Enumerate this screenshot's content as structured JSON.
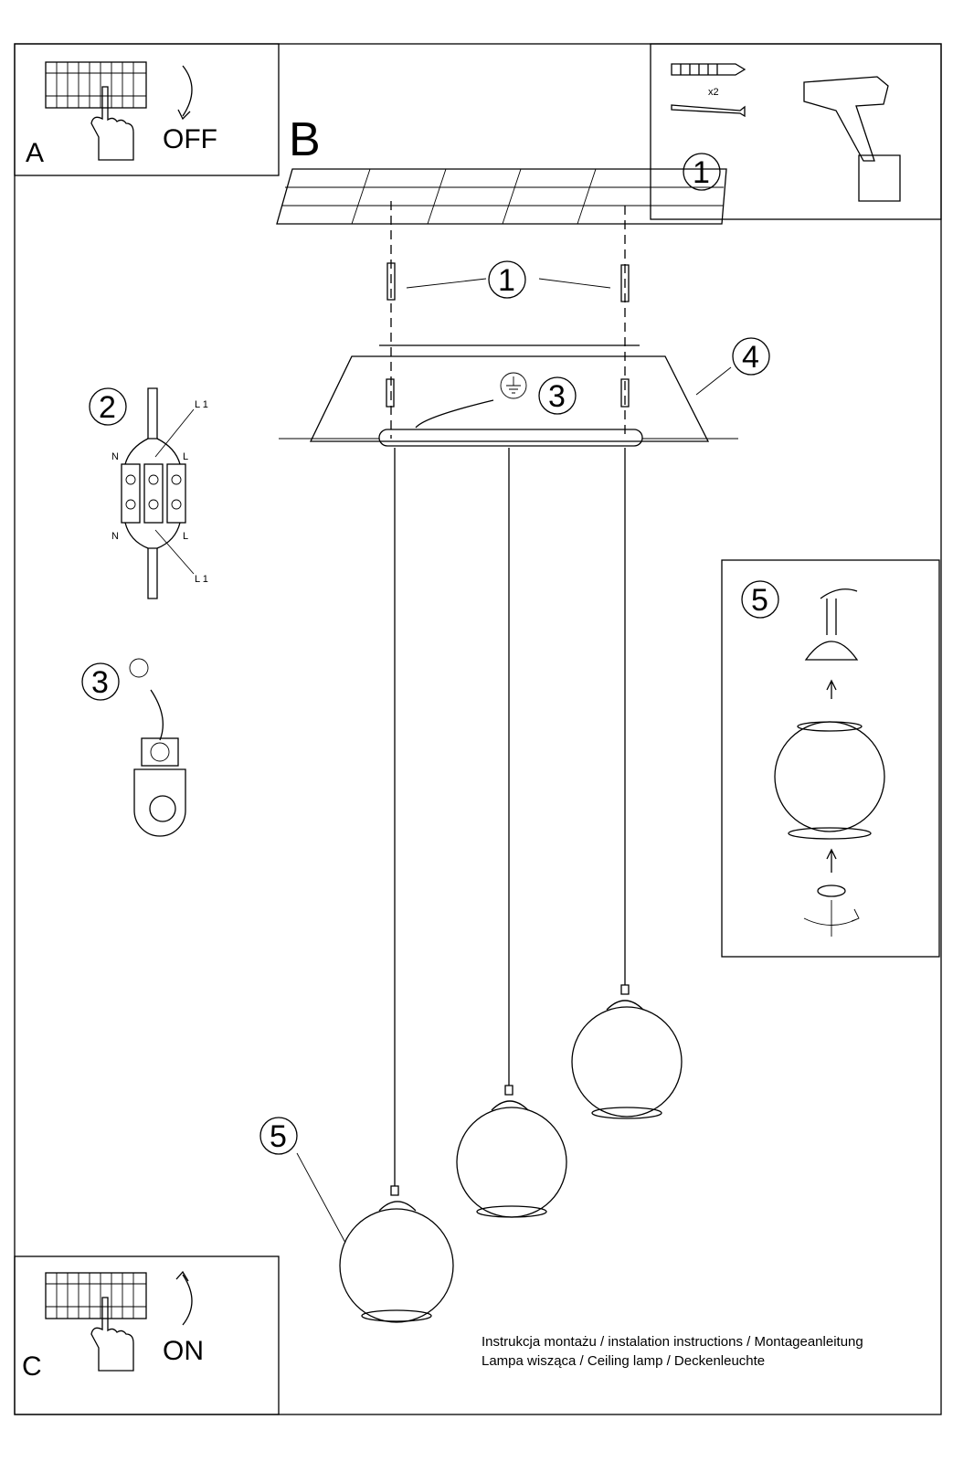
{
  "panels": {
    "a": {
      "letter": "A",
      "action": "OFF"
    },
    "b": {
      "letter": "B"
    },
    "c": {
      "letter": "C",
      "action": "ON"
    }
  },
  "tools": {
    "quantity": "x2",
    "step": "1"
  },
  "callouts": {
    "screws": "1",
    "wiring": "2",
    "ground_main": "3",
    "ground_detail": "3",
    "canopy": "4",
    "shade_main": "5",
    "shade_detail": "5"
  },
  "wiring_labels": {
    "n_top": "N",
    "l_top": "L",
    "l1_top": "L 1",
    "n_bottom": "N",
    "l_bottom": "L",
    "l1_bottom": "L 1"
  },
  "footer": {
    "line1": "Instrukcja montażu / instalation instructions / Montageanleitung",
    "line2": "Lampa wisząca / Ceiling lamp / Deckenleuchte"
  }
}
